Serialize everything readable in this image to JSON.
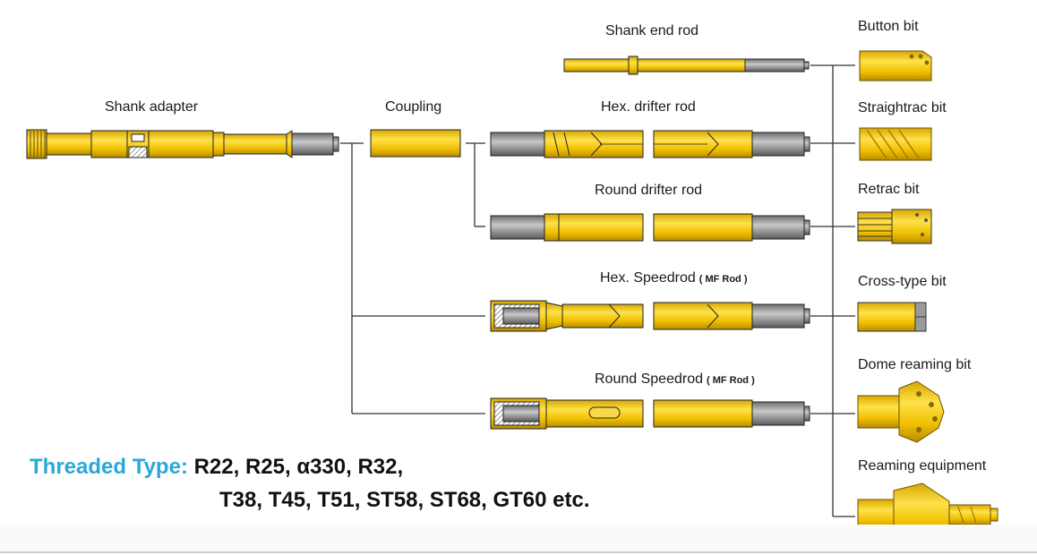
{
  "labels": {
    "shank_adapter": "Shank adapter",
    "coupling": "Coupling",
    "shank_end_rod": "Shank end rod",
    "hex_drifter_rod": "Hex. drifter rod",
    "round_drifter_rod": "Round drifter rod",
    "hex_speedrod": "Hex. Speedrod",
    "hex_speedrod_note": "( MF Rod )",
    "round_speedrod": "Round Speedrod",
    "round_speedrod_note": "( MF Rod )"
  },
  "bits": {
    "button": "Button bit",
    "straightrac": "Straightrac bit",
    "retrac": "Retrac bit",
    "cross": "Cross-type bit",
    "dome": "Dome reaming bit",
    "reaming": "Reaming equipment"
  },
  "threaded": {
    "key": "Threaded Type:",
    "line1": " R22, R25, α330, R32,",
    "line2": "T38, T45, T51, ST58, ST68, GT60 etc."
  },
  "colors": {
    "yellow": "#f2c400",
    "yellow_dark": "#c89b00",
    "steel": "#8c8c8c",
    "line": "#333333",
    "accent": "#2aa8d8"
  }
}
